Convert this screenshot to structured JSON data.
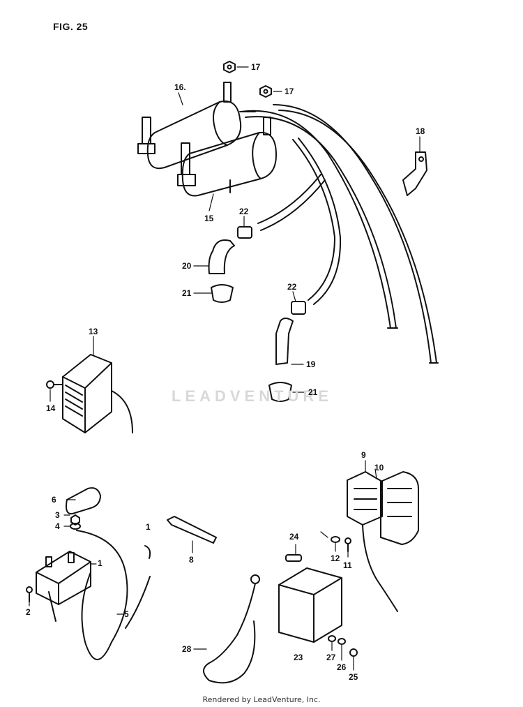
{
  "figure": {
    "title": "FIG. 25"
  },
  "watermark": {
    "text": "LEADVENTURE"
  },
  "footer": {
    "text": "Rendered by LeadVenture, Inc."
  },
  "callouts": {
    "c1": "1",
    "c1b": "1",
    "c2": "2",
    "c3": "3",
    "c4": "4",
    "c5": "5",
    "c6": "6",
    "c8": "8",
    "c9": "9",
    "c10": "10",
    "c11": "11",
    "c12": "12",
    "c13": "13",
    "c14": "14",
    "c15": "15",
    "c16": "16.",
    "c17a": "17",
    "c17b": "17",
    "c18": "18",
    "c19": "19",
    "c20": "20",
    "c21a": "21",
    "c21b": "21",
    "c22a": "22",
    "c22b": "22",
    "c23": "23",
    "c24": "24",
    "c25": "25",
    "c26": "26",
    "c27": "27",
    "c28": "28"
  }
}
